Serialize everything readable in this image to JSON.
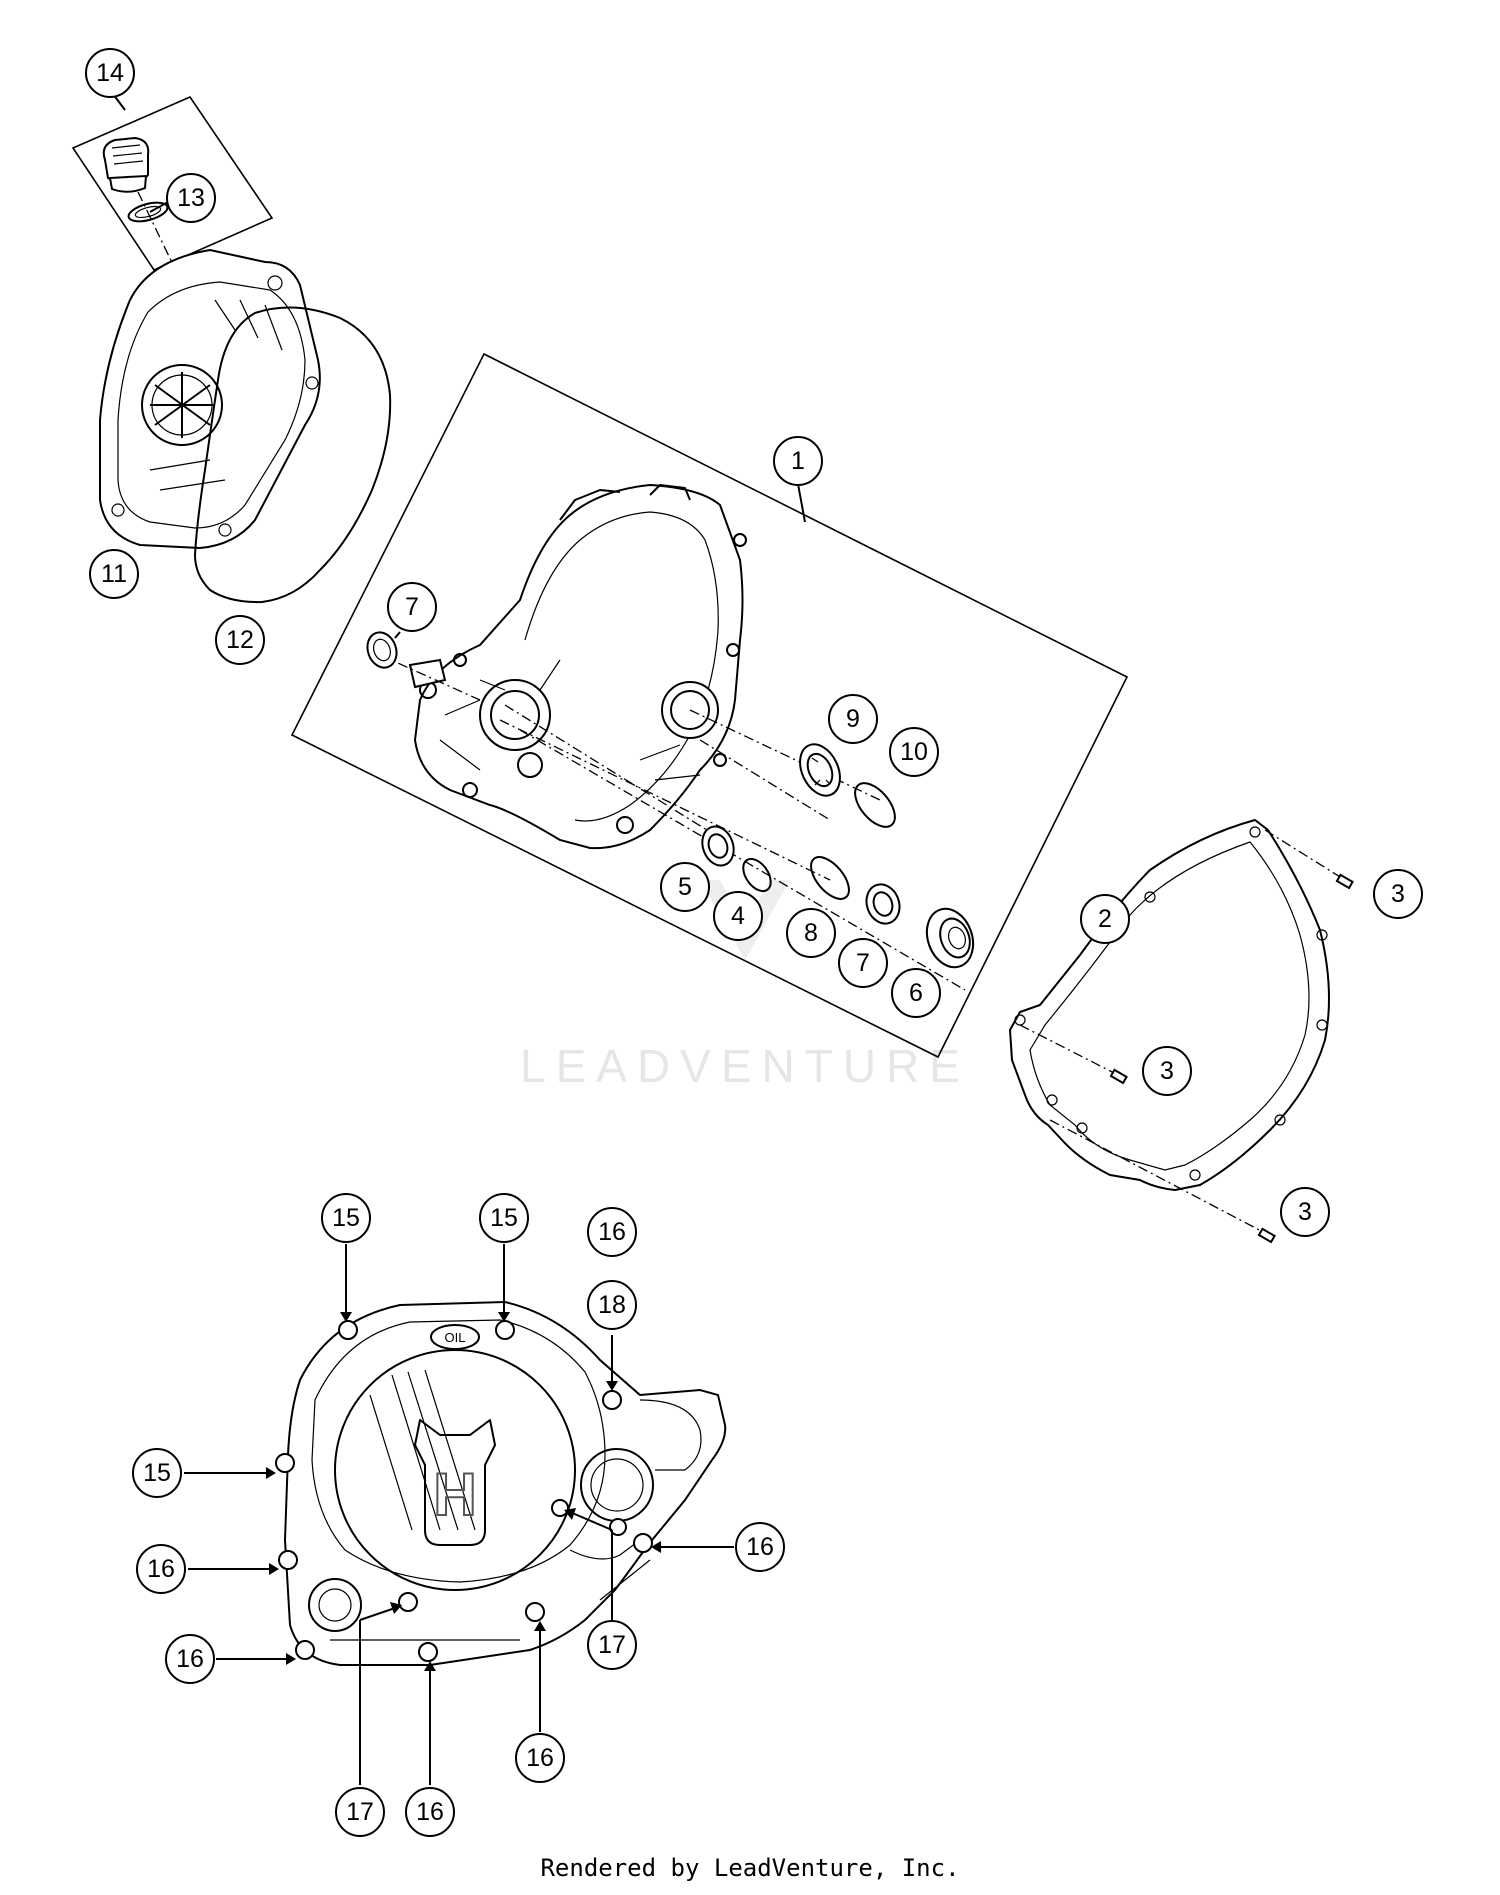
{
  "diagram": {
    "watermark": "LEADVENTURE",
    "footer": "Rendered by LeadVenture, Inc.",
    "cover_oil_label": "OIL",
    "cover_logo": "H",
    "callouts": [
      "14",
      "13",
      "11",
      "12",
      "1",
      "7",
      "9",
      "10",
      "5",
      "4",
      "8",
      "7",
      "6",
      "2",
      "3",
      "3",
      "3",
      "15",
      "15",
      "16",
      "18",
      "15",
      "16",
      "16",
      "16",
      "16",
      "16",
      "17",
      "17",
      "16"
    ]
  }
}
